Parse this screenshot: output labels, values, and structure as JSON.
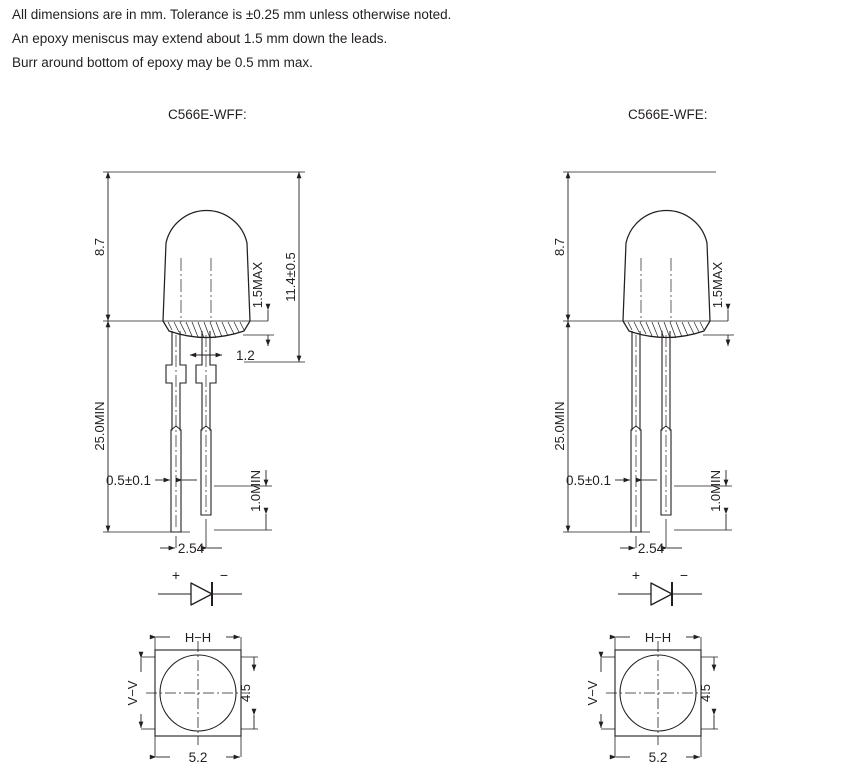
{
  "notes": [
    "All dimensions are in mm. Tolerance is ±0.25 mm unless otherwise noted.",
    "An epoxy meniscus may extend about 1.5 mm down the leads.",
    "Burr around bottom of epoxy may be 0.5 mm max."
  ],
  "colors": {
    "background": "#ffffff",
    "line": "#231f20",
    "text": "#231f20"
  },
  "variants": [
    {
      "id": "wff",
      "label": "C566E-WFF:",
      "has_standoff": true,
      "dimensions": {
        "body_height": "8.7",
        "overall_height": "11.4±0.5",
        "meniscus": "1.5MAX",
        "standoff": "1.2",
        "lead_length": "25.0MIN",
        "lead_width": "0.5±0.1",
        "lead_tip": "1.0MIN",
        "lead_pitch": "2.54"
      },
      "schematic": {
        "anode": "+",
        "cathode": "−"
      },
      "bottom_view": {
        "horizontal_axis": "H−H",
        "vertical_axis": "V−V",
        "height": "4.5",
        "width": "5.2"
      }
    },
    {
      "id": "wfe",
      "label": "C566E-WFE:",
      "has_standoff": false,
      "dimensions": {
        "body_height": "8.7",
        "overall_height": "",
        "meniscus": "1.5MAX",
        "standoff": "",
        "lead_length": "25.0MIN",
        "lead_width": "0.5±0.1",
        "lead_tip": "1.0MIN",
        "lead_pitch": "2.54"
      },
      "schematic": {
        "anode": "+",
        "cathode": "−"
      },
      "bottom_view": {
        "horizontal_axis": "H−H",
        "vertical_axis": "V−V",
        "height": "4.5",
        "width": "5.2"
      }
    }
  ]
}
